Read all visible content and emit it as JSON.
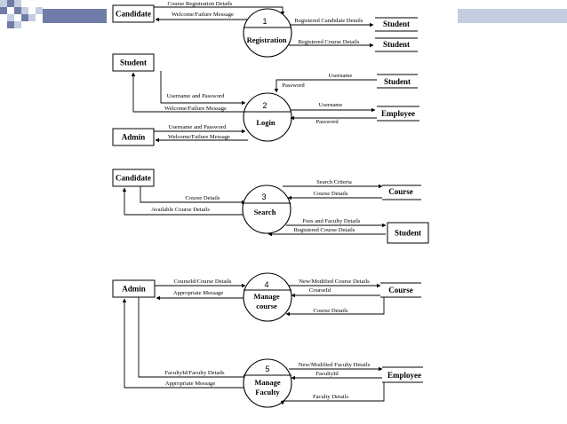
{
  "accent_colors": {
    "light": "#c5cde0",
    "dark": "#6f7ca7"
  },
  "p1": {
    "num": "1",
    "name": "Registration"
  },
  "p2": {
    "num": "2",
    "name": "Login"
  },
  "p3": {
    "num": "3",
    "name": "Search"
  },
  "p4": {
    "num": "4",
    "name_line1": "Manage",
    "name_line2": "course"
  },
  "p5": {
    "num": "5",
    "name_line1": "Manage",
    "name_line2": "Faculty"
  },
  "entities": {
    "candidate_1": "Candidate",
    "student_1": "Student",
    "student_2": "Student",
    "student_login_left": "Student",
    "admin_login": "Admin",
    "student_store_login": "Student",
    "employee_store_login": "Employee",
    "candidate_search": "Candidate",
    "course_store_search": "Course",
    "student_search": "Student",
    "admin_manage": "Admin",
    "course_store_manage": "Course",
    "employee_store_manage": "Employee"
  },
  "flows": {
    "course_registration_details": "Course Registration Details",
    "welcome_failure_1": "Welcome/Failure Message",
    "registered_candidate_details": "Registered Candidate Details",
    "registered_course_details_1": "Registered Course Details",
    "username_password_student": "Username and Password",
    "welcome_failure_student": "Welcome/Failure Message",
    "username_password_admin": "Username and Password",
    "welcome_failure_admin": "Welcome/Failure Message",
    "username_student_store": "Username",
    "password_student_store": "Password",
    "username_employee_store": "Username",
    "password_employee_store": "Password",
    "course_details_search": "Course Details",
    "available_course_details": "Available Course Details",
    "search_criteria": "Search Criteria",
    "course_details_store": "Course Details",
    "fees_faculty_details": "Fees and Faculty Details",
    "registered_course_details_2": "Registered Course Details",
    "courseid_course_details": "CourseId/Course Details",
    "appropriate_message_course": "Appropriate Message",
    "new_modified_course_details": "New/Modified Course Details",
    "courseid": "CourseId",
    "course_details_manage": "Course Details",
    "facultyid_faculty_details": "FacultyId/Faculty Details",
    "appropriate_message_faculty": "Appropriate Message",
    "new_modified_faculty_details": "New/Modified Faculty Details",
    "facultyid": "FacultyId",
    "faculty_details": "Faculty Details"
  }
}
